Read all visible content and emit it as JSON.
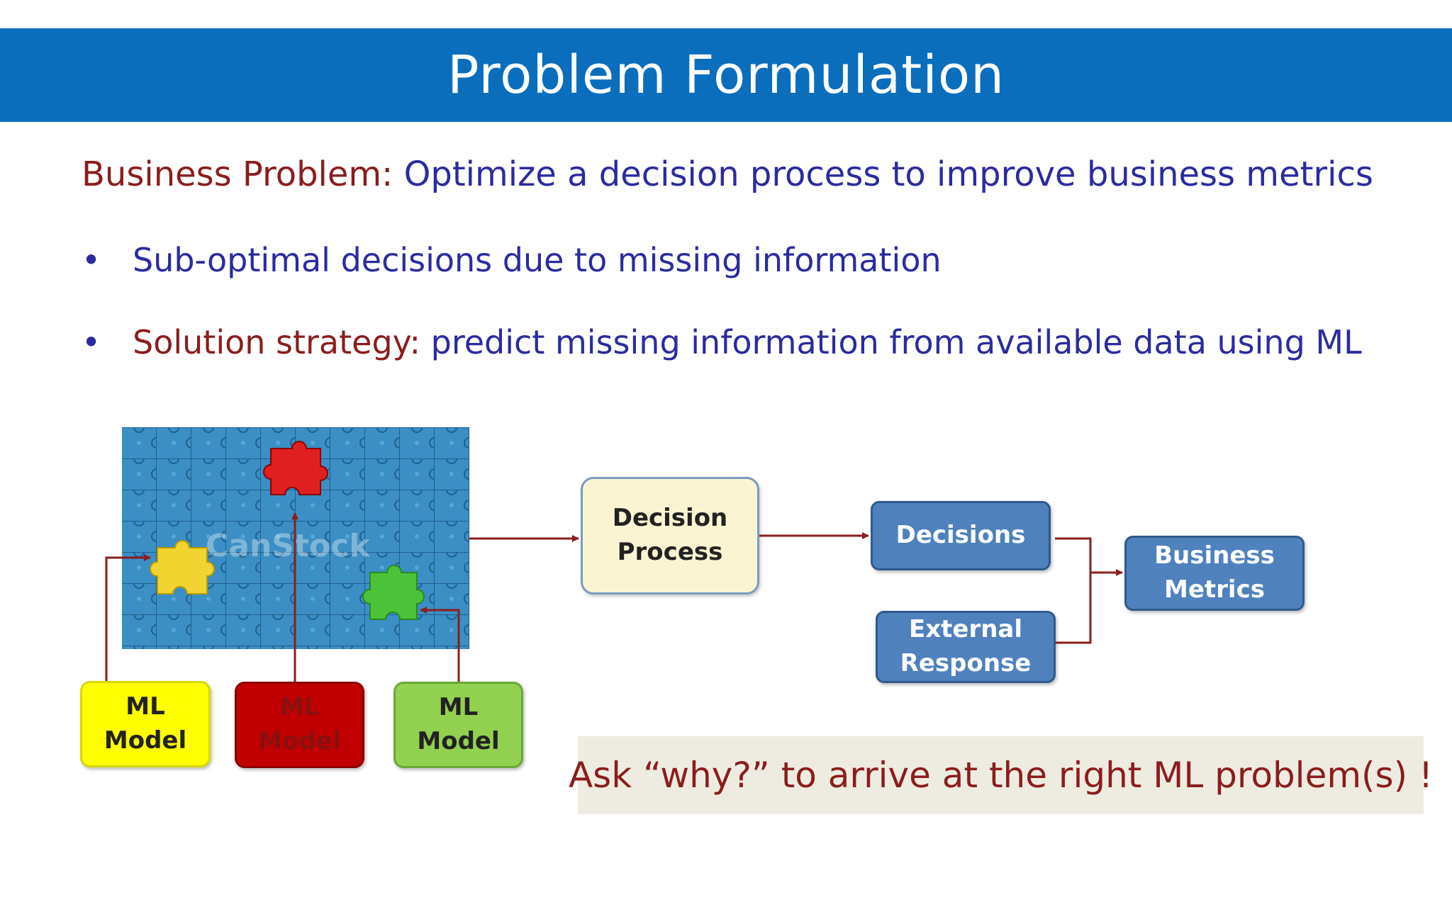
{
  "title": "Problem Formulation",
  "headline": {
    "label": "Business Problem:",
    "text": "Optimize a decision process to improve business metrics"
  },
  "bullets": [
    {
      "symbol": "•",
      "text": "Sub-optimal decisions due to missing information"
    },
    {
      "symbol": "•",
      "label": "Solution strategy:",
      "text": "predict missing information from available data using ML"
    }
  ],
  "image": {
    "watermark": "CanStock",
    "description_icon": "puzzle-icon"
  },
  "ml_models": [
    {
      "label_line1": "ML",
      "label_line2": "Model",
      "color": "#ffff00"
    },
    {
      "label_line1": "ML",
      "label_line2": "Model",
      "color": "#c00000"
    },
    {
      "label_line1": "ML",
      "label_line2": "Model",
      "color": "#92d050"
    }
  ],
  "nodes": {
    "decision_process": {
      "line1": "Decision",
      "line2": "Process"
    },
    "decisions": {
      "line1": "Decisions"
    },
    "external_response": {
      "line1": "External",
      "line2": "Response"
    },
    "business_metrics": {
      "line1": "Business",
      "line2": "Metrics"
    }
  },
  "callout": "Ask “why?” to arrive at the right ML problem(s) !",
  "colors": {
    "title_bar": "#0a6ebd",
    "maroon": "#8b1d1d",
    "navy": "#2b2ba0",
    "node_blue": "#4f81bd",
    "arrow": "#8b1d1d"
  }
}
